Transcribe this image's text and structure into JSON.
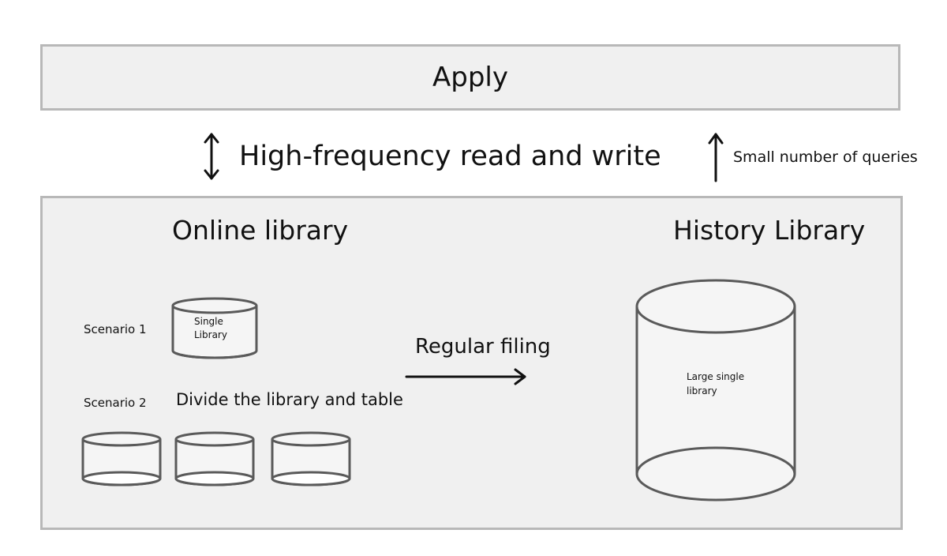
{
  "apply": {
    "label": "Apply"
  },
  "high_frequency": {
    "label": "High-frequency read and write"
  },
  "small_queries": {
    "label": "Small number of queries"
  },
  "online_library": {
    "title": "Online library",
    "scenario1": {
      "label": "Scenario 1",
      "db_label": "Single Library"
    },
    "scenario2": {
      "label": "Scenario 2",
      "caption": "Divide the library and table"
    }
  },
  "regular_filing": {
    "label": "Regular filing"
  },
  "history_library": {
    "title": "History Library",
    "db_label": "Large single library"
  },
  "colors": {
    "box_fill": "#f0f0f0",
    "box_border": "#b8b8b8",
    "stroke": "#5a5a5a",
    "db_fill": "#f5f5f5"
  }
}
